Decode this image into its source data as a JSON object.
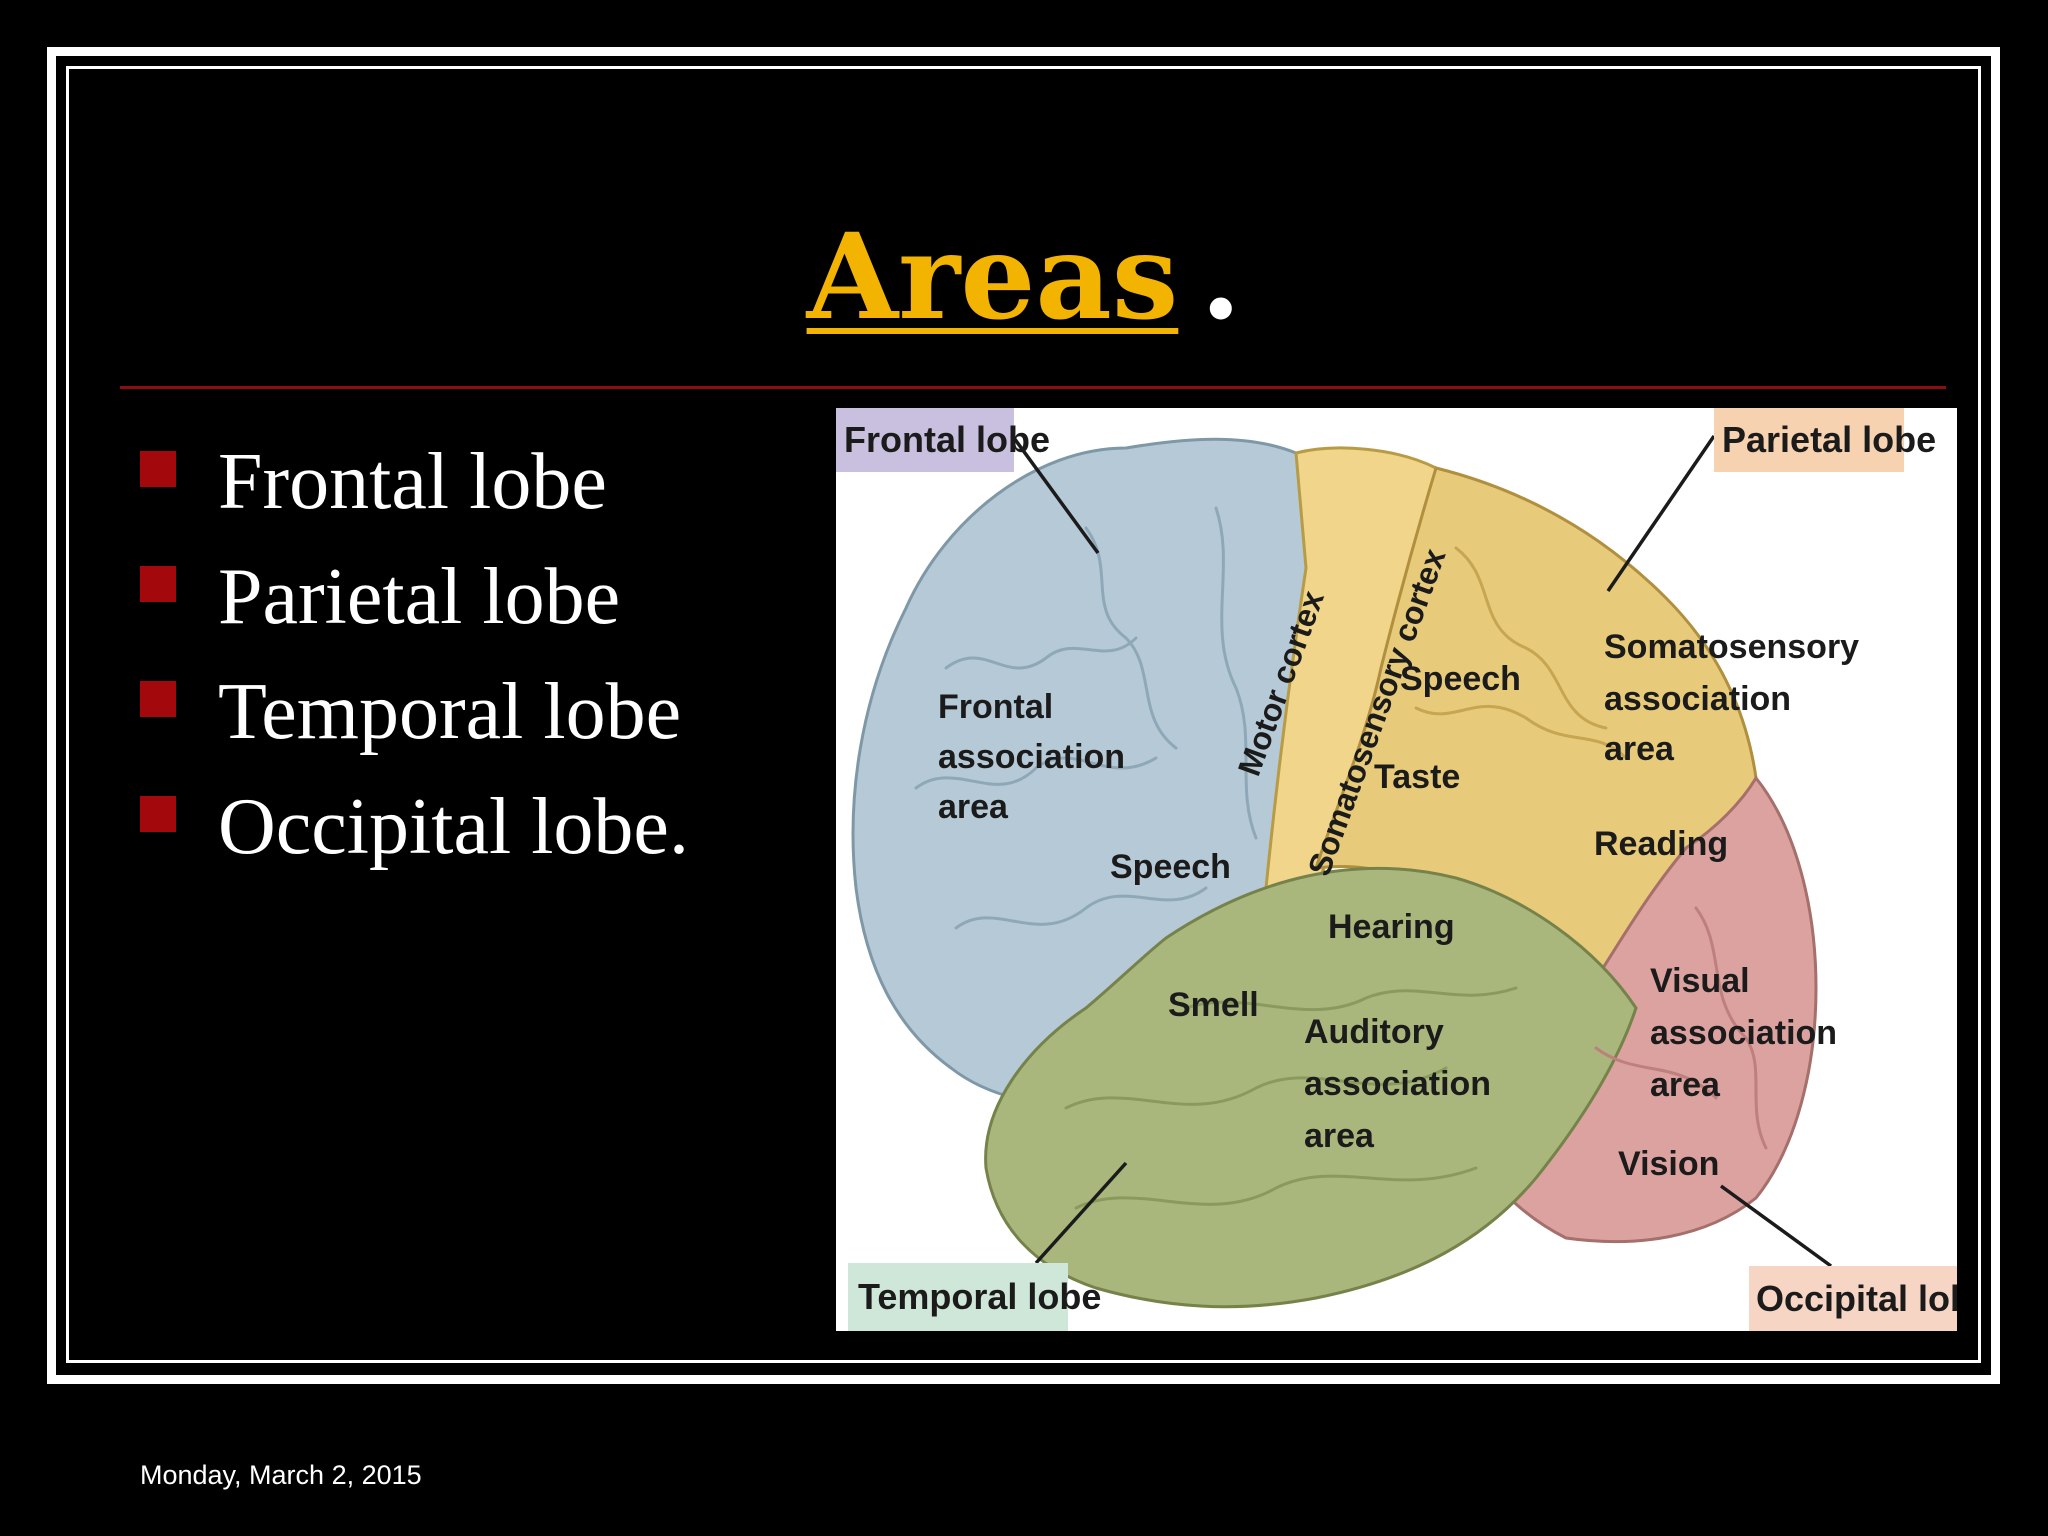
{
  "slide": {
    "title": "Areas",
    "title_suffix": ".",
    "title_color": "#f2b400",
    "bullet_marker_color": "#a3080d",
    "bullets": [
      {
        "label": "Frontal lobe"
      },
      {
        "label": "Parietal lobe"
      },
      {
        "label": "Temporal lobe"
      },
      {
        "label": "Occipital lobe."
      }
    ],
    "footer_date": "Monday, March 2, 2015"
  },
  "brain_figure": {
    "lobe_tags": {
      "frontal": "Frontal lobe",
      "parietal": "Parietal lobe",
      "temporal": "Temporal lobe",
      "occipital": "Occipital lobe"
    },
    "lobe_colors": {
      "frontal": "#b5c9d6",
      "parietal": "#e8cb7a",
      "temporal": "#a9b77d",
      "occipital": "#dba2a0",
      "sensory": "#f0d58a"
    },
    "region_labels": {
      "motor_cortex": "Motor cortex",
      "somatosensory_cortex": "Somatosensory cortex",
      "frontal_assoc_1": "Frontal",
      "frontal_assoc_2": "association",
      "frontal_assoc_3": "area",
      "speech_frontal": "Speech",
      "speech_parietal": "Speech",
      "taste": "Taste",
      "soma_assoc_1": "Somatosensory",
      "soma_assoc_2": "association",
      "soma_assoc_3": "area",
      "reading": "Reading",
      "hearing": "Hearing",
      "smell": "Smell",
      "auditory_1": "Auditory",
      "auditory_2": "association",
      "auditory_3": "area",
      "visual_1": "Visual",
      "visual_2": "association",
      "visual_3": "area",
      "vision": "Vision"
    }
  }
}
